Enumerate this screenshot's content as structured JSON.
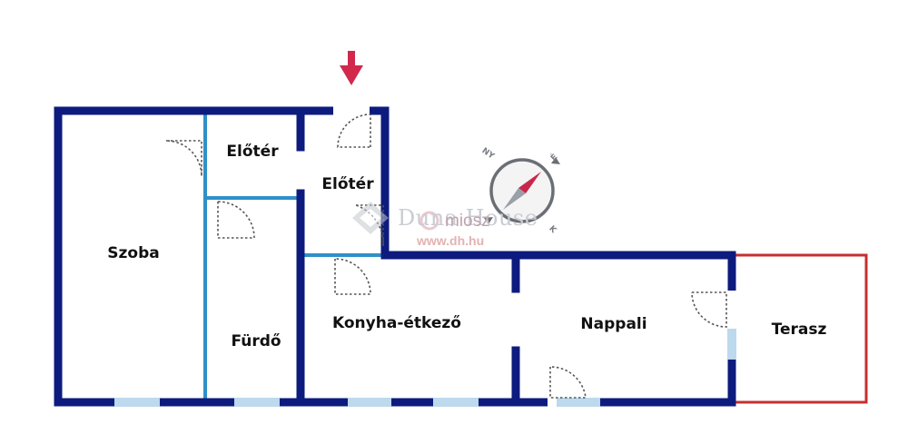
{
  "rooms": {
    "szoba": "Szoba",
    "eloter_1": "Előtér",
    "eloter_2": "Előtér",
    "furdo": "Fürdő",
    "konyha": "Konyha-étkező",
    "nappali": "Nappali",
    "terasz": "Terasz"
  },
  "compass": {
    "ny": "NY",
    "e": "É",
    "k": "K"
  },
  "watermark": {
    "brand": "Duna House",
    "miosz": "miosz",
    "url": "www.dh.hu"
  },
  "colors": {
    "outer_wall": "#0d1b7e",
    "inner_wall": "#2f90c8",
    "terrace_outline": "#c62f2f",
    "entrance_arrow": "#d0294c",
    "window": "#bcd9ee",
    "door_swing": "#555555",
    "compass_needle_north": "#c8284a",
    "compass_needle_south": "#9aa0a8"
  },
  "icons": {
    "entrance": "down-arrow-icon",
    "compass": "compass-icon"
  }
}
